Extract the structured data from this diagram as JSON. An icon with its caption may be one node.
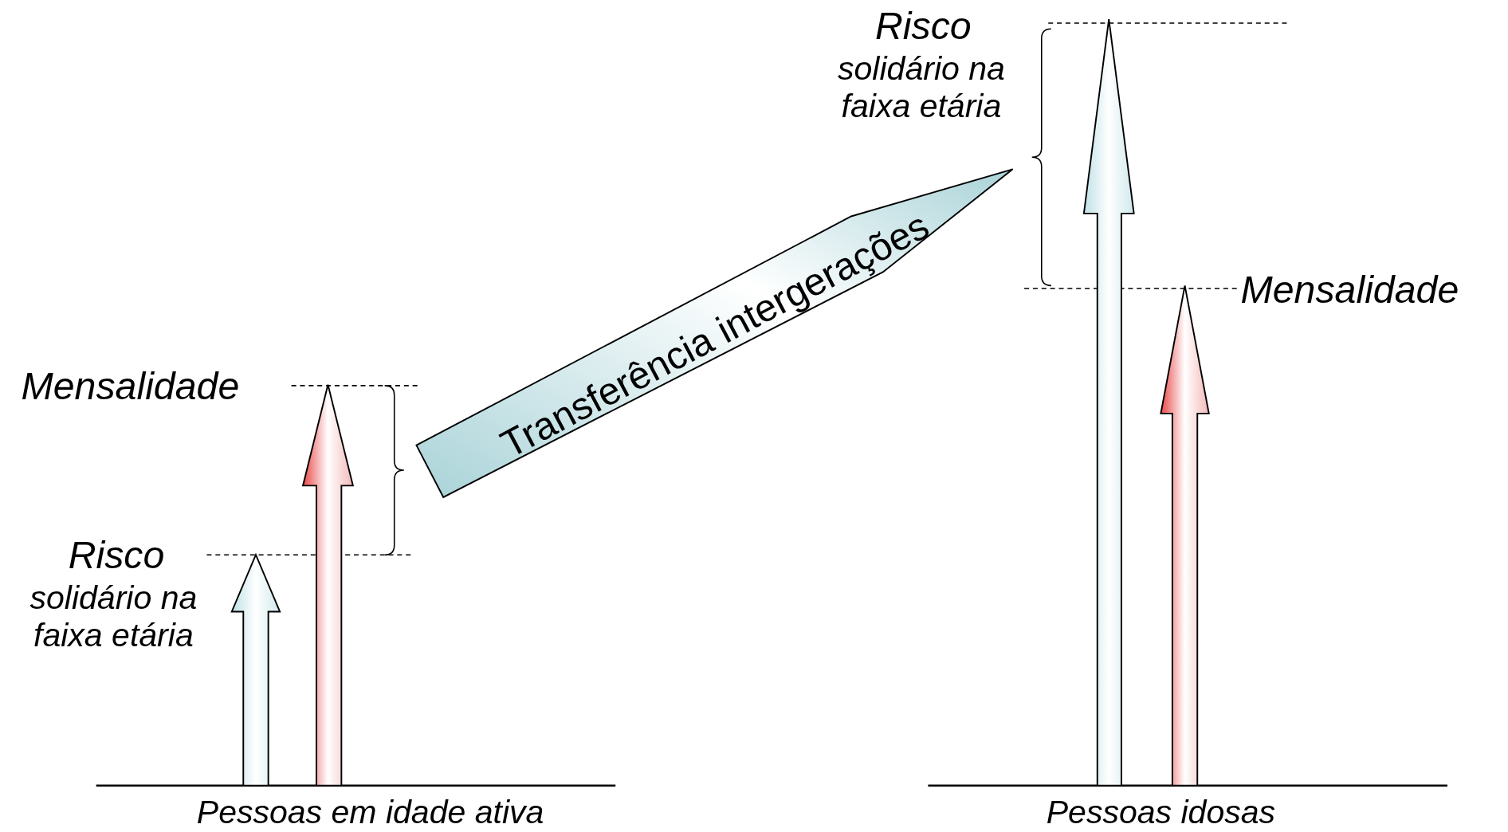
{
  "diagram": {
    "nodes": [
      {
        "text": [
          "Transferência intergerações"
        ]
      }
    ],
    "labels": [
      "Risco",
      "solidário na faixa etária",
      "Mensalidade",
      "Mensalidade",
      "Risco",
      "solidário na faixa etária",
      "Pessoas em idade ativa",
      "Pessoas idosas"
    ]
  }
}
